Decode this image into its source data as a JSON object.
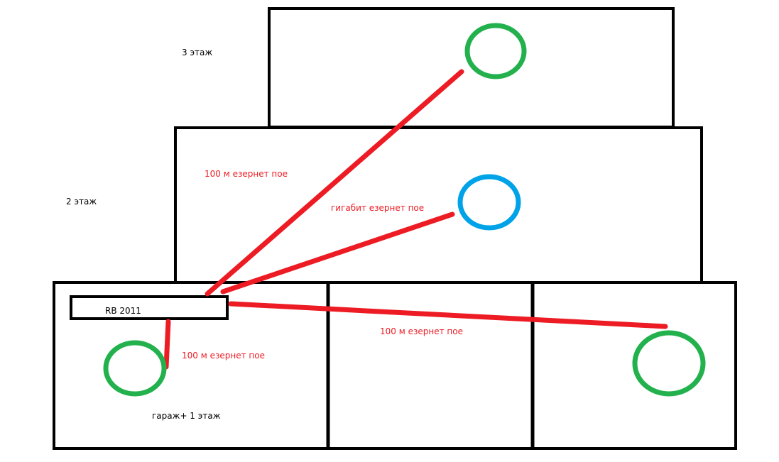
{
  "floors": {
    "floor3": "3 этаж",
    "floor2": "2 этаж",
    "floor1": "гараж+ 1 этаж"
  },
  "router": {
    "label": "RB 2011"
  },
  "links": {
    "to_floor3": "100 м езернет пое",
    "to_floor2": "гигабит езернет пое",
    "to_right": "100 м езернет пое",
    "to_local": "100 м езернет пое"
  },
  "colors": {
    "cable": "#ed1c24",
    "ap_100m": "#22b14c",
    "ap_gigabit": "#00a2e8",
    "walls": "#000000"
  }
}
